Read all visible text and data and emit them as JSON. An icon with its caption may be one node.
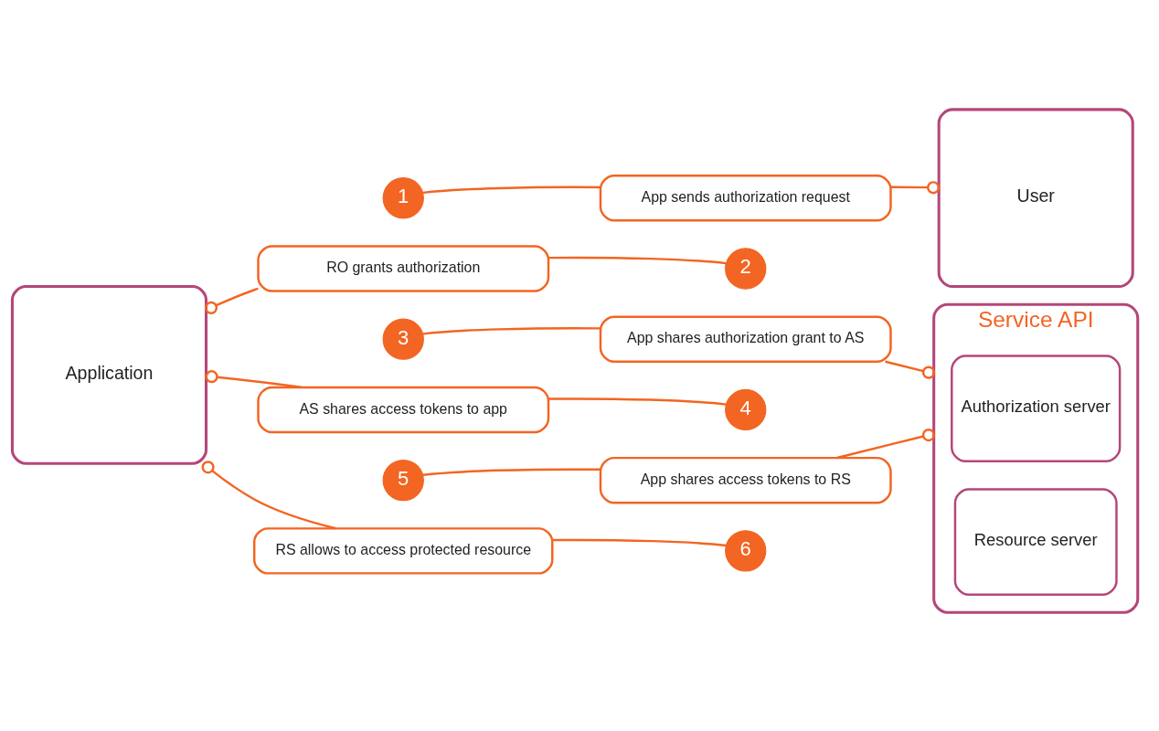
{
  "diagram": {
    "nodes": [
      {
        "text": [
          "Application"
        ]
      },
      {
        "text": [
          "User"
        ]
      },
      {
        "text": [
          "Service API"
        ]
      },
      {
        "text": [
          "Authorization server"
        ],
        "in": 2
      },
      {
        "text": [
          "Resource server"
        ],
        "in": 2
      },
      {
        "text": [
          "1"
        ]
      },
      {
        "text": [
          "App sends authorization request"
        ]
      },
      {
        "text": [
          "RO grants authorization"
        ]
      },
      {
        "text": [
          "2"
        ]
      },
      {
        "text": [
          "3"
        ]
      },
      {
        "text": [
          "App shares authorization grant to AS"
        ]
      },
      {
        "text": [
          "AS shares access tokens to app"
        ]
      },
      {
        "text": [
          "4"
        ]
      },
      {
        "text": [
          "5"
        ]
      },
      {
        "text": [
          "App shares access tokens to RS"
        ]
      },
      {
        "text": [
          "RS allows to access protected resource"
        ]
      },
      {
        "text": [
          "6"
        ]
      }
    ],
    "edges": [
      {
        "from": 5,
        "to": 6,
        "arrow": "none"
      },
      {
        "from": 6,
        "to": 1,
        "arrow": "other"
      },
      {
        "from": 7,
        "to": 0,
        "arrow": "other"
      },
      {
        "from": 8,
        "to": 7,
        "arrow": "none"
      },
      {
        "from": 9,
        "to": 10,
        "arrow": "none"
      },
      {
        "from": 10,
        "to": 2,
        "arrow": "other"
      },
      {
        "from": 11,
        "to": 0,
        "arrow": "other"
      },
      {
        "from": 12,
        "to": 11,
        "arrow": "none"
      },
      {
        "from": 13,
        "to": 14,
        "arrow": "none"
      },
      {
        "from": 14,
        "to": 2,
        "arrow": "other"
      },
      {
        "from": 15,
        "to": 0,
        "arrow": "other"
      },
      {
        "from": 16,
        "to": 15,
        "arrow": "none"
      }
    ]
  }
}
